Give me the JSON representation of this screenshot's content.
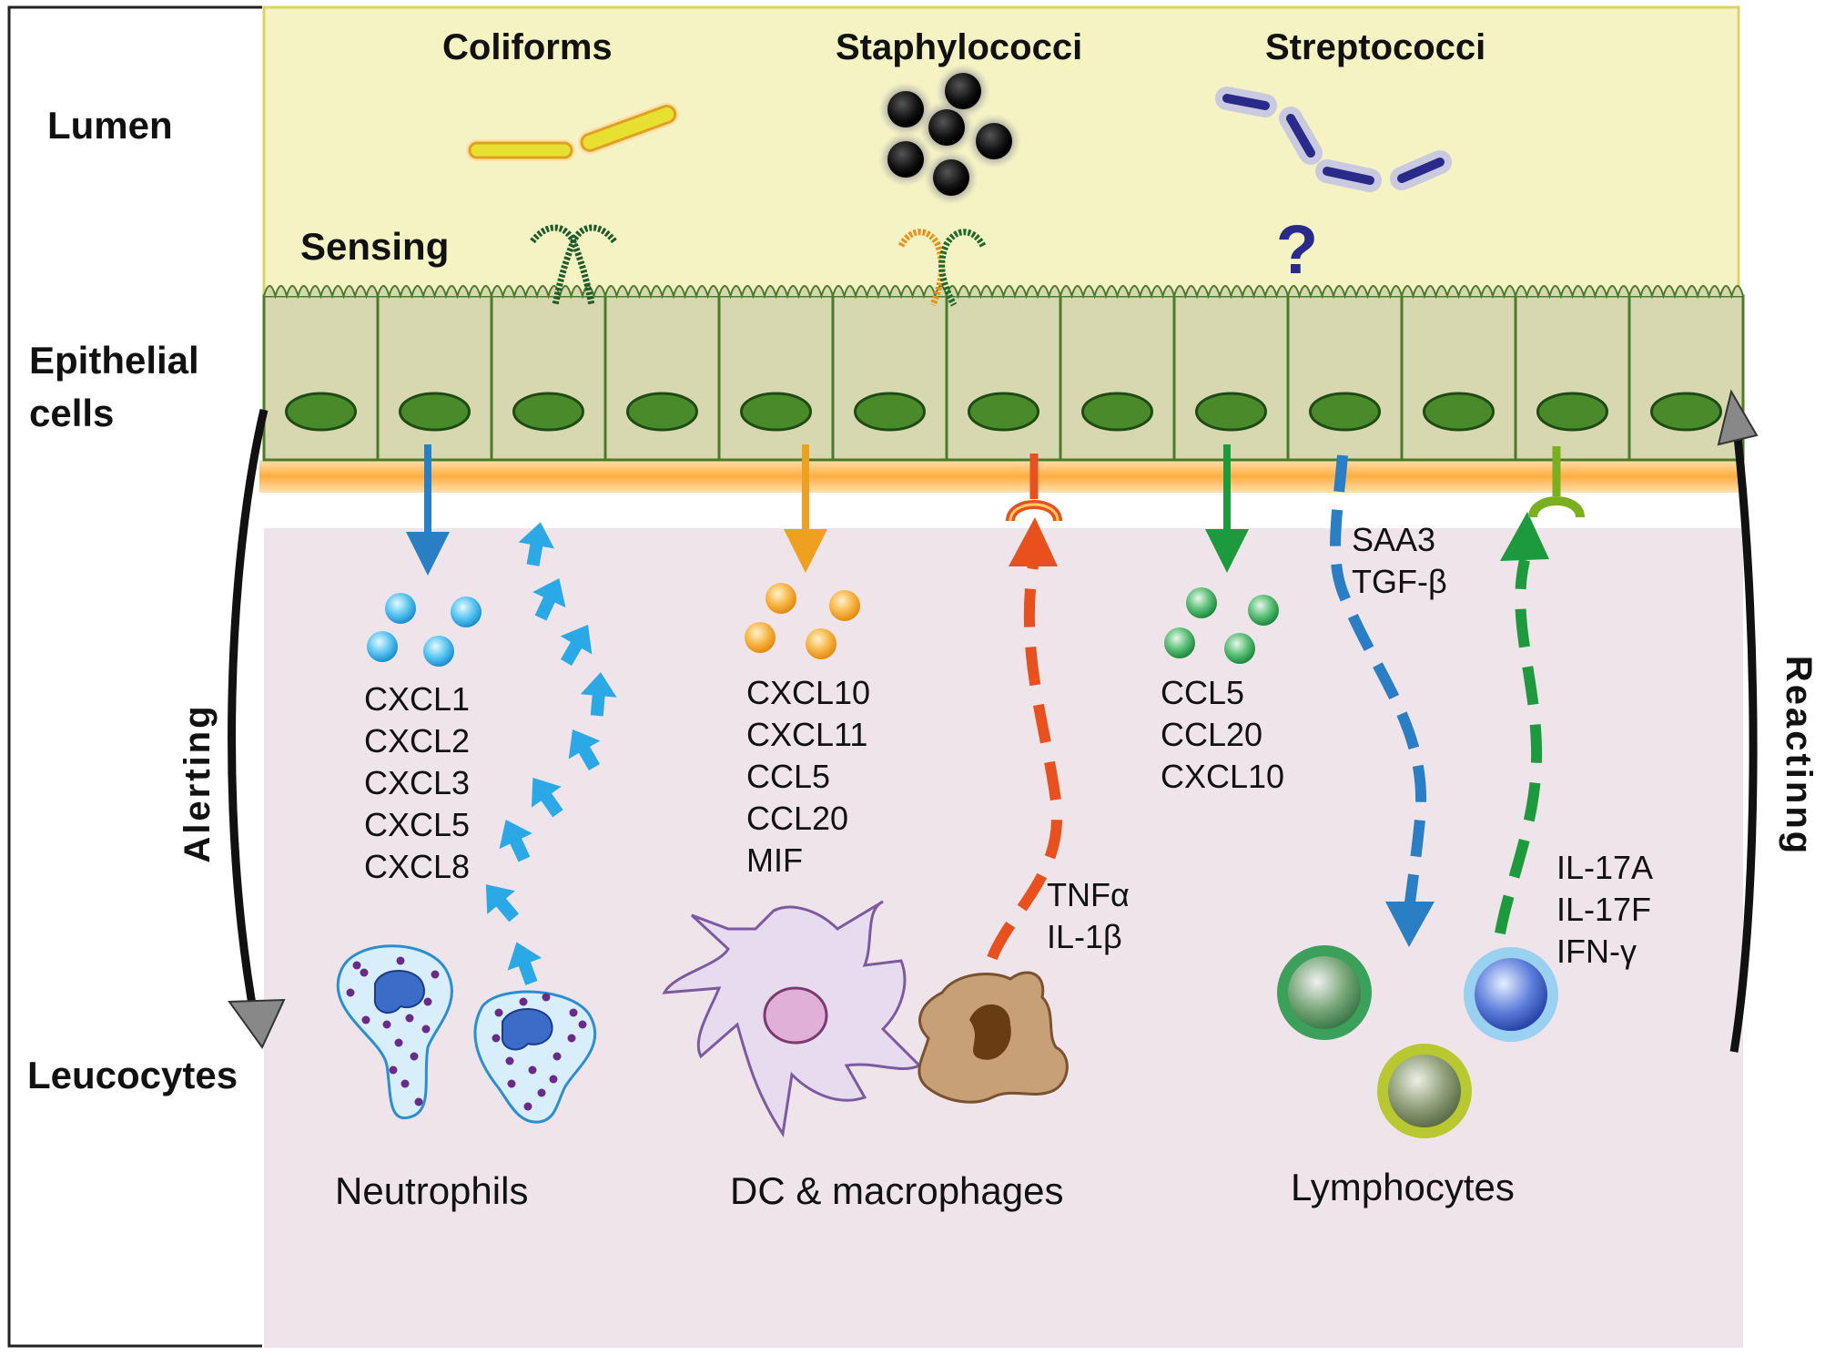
{
  "zones": {
    "lumen": "Lumen",
    "epithelial_line1": "Epithelial",
    "epithelial_line2": "cells",
    "leucocytes": "Leucocytes"
  },
  "sensing_label": "Sensing",
  "bacteria": {
    "coliforms": "Coliforms",
    "staphylococci": "Staphylococci",
    "streptococci": "Streptococci",
    "unknown_receptor": "?"
  },
  "side_labels": {
    "alerting": "Alerting",
    "reacting": "Reactinng"
  },
  "signals": {
    "blue_chemokines": [
      "CXCL1",
      "CXCL2",
      "CXCL3",
      "CXCL5",
      "CXCL8"
    ],
    "orange_chemokines": [
      "CXCL10",
      "CXCL11",
      "CCL5",
      "CCL20",
      "MIF"
    ],
    "green_chemokines": [
      "CCL5",
      "CCL20",
      "CXCL10"
    ],
    "macrophage_cytokines": [
      "TNFα",
      "IL-1β"
    ],
    "epithelial_to_lymphocytes": [
      "SAA3",
      "TGF-β"
    ],
    "lymphocyte_cytokines": [
      "IL-17A",
      "IL-17F",
      "IFN-γ"
    ]
  },
  "cell_types": {
    "neutrophils": "Neutrophils",
    "dc_macrophages": "DC & macrophages",
    "lymphocytes": "Lymphocytes"
  },
  "colors": {
    "lumen_bg": "#f5f3c4",
    "epithelium": "#d8d8b0",
    "nucleus": "#4a8a2a",
    "basement": "#ffb347",
    "tissue_bg": "#efe4ea",
    "blue_signal": "#2aa9e6",
    "dark_blue_signal": "#2a7ec4",
    "orange_signal": "#f0a020",
    "red_signal": "#e8501e",
    "green_signal": "#1e9a3e"
  }
}
